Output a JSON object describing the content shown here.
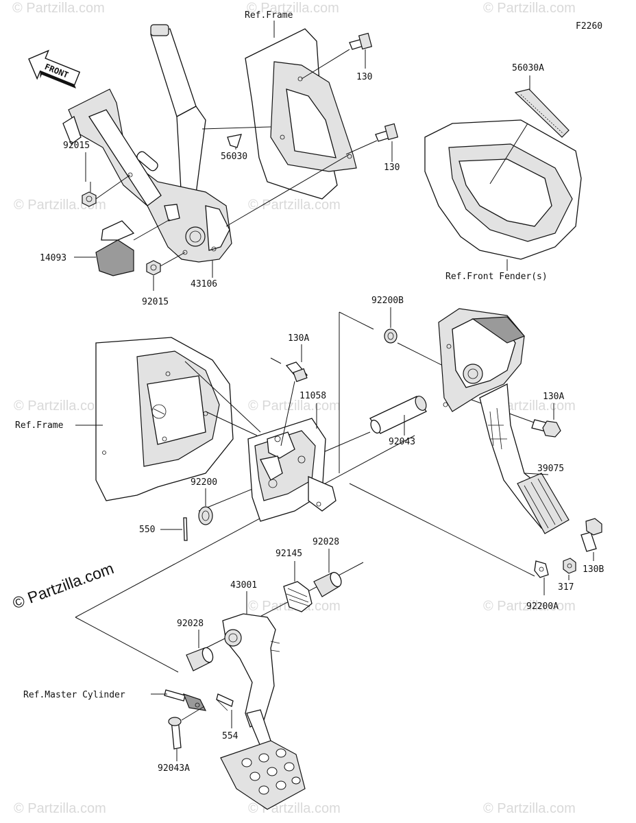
{
  "diagram": {
    "code": "F2260",
    "arrow_text": "FRONT",
    "watermark": "© Partzilla.com",
    "watermark_main": "© Partzilla.com",
    "refs": {
      "frame_top": "Ref.Frame",
      "frame_left": "Ref.Frame",
      "front_fender": "Ref.Front Fender(s)",
      "master_cylinder": "Ref.Master Cylinder"
    },
    "parts": {
      "p130_top": "130",
      "p130_mid": "130",
      "p56030A": "56030A",
      "p56030": "56030",
      "p92015_top": "92015",
      "p14093": "14093",
      "p92015_bot": "92015",
      "p43106": "43106",
      "p92200B": "92200B",
      "p130A_left": "130A",
      "p11058": "11058",
      "p130A_right": "130A",
      "p92043": "92043",
      "p39075": "39075",
      "p92200": "92200",
      "p550": "550",
      "p92028_top": "92028",
      "p92145": "92145",
      "p43001": "43001",
      "p92028_bot": "92028",
      "p317": "317",
      "p130B": "130B",
      "p92200A": "92200A",
      "p554": "554",
      "p92043A": "92043A"
    }
  }
}
